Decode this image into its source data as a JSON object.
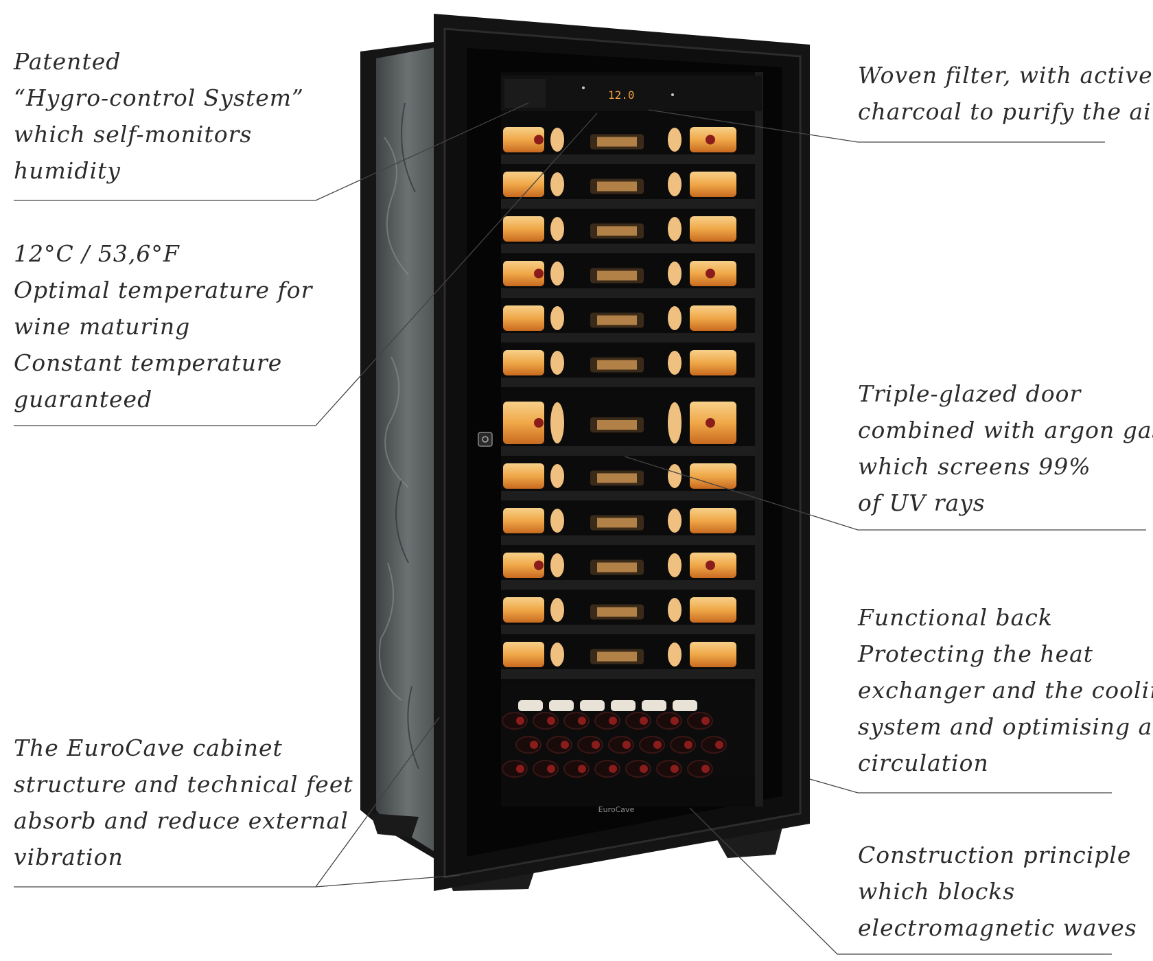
{
  "annotations": {
    "hygro_control": {
      "lines": [
        "Patented",
        "“Hygro-control System”",
        "which self-monitors",
        "humidity"
      ]
    },
    "temperature": {
      "lines": [
        "12°C / 53,6°F",
        "Optimal temperature for",
        "wine maturing",
        "Constant temperature",
        "guaranteed"
      ]
    },
    "cabinet_structure": {
      "lines": [
        "The EuroCave cabinet",
        "structure and technical feet",
        "absorb and reduce external",
        "vibration"
      ]
    },
    "woven_filter": {
      "lines": [
        "Woven filter, with active",
        "charcoal to purify the air"
      ]
    },
    "triple_glazed_door": {
      "lines": [
        "Triple-glazed door",
        "combined with argon gas",
        "which screens 99%",
        "of UV rays"
      ]
    },
    "functional_back": {
      "lines": [
        "Functional back",
        "Protecting the heat",
        "exchanger and the cooling",
        "system and optimising air",
        "circulation"
      ]
    },
    "construction_principle": {
      "lines": [
        "Construction principle",
        "which blocks",
        "electromagnetic waves"
      ]
    }
  },
  "cabinet": {
    "display_readout": "12.0",
    "brand_label": "EuroCave",
    "colors": {
      "frame": "#141414",
      "glass": "#0a0a0a",
      "stone_side": "#5a5f60",
      "bottle_label": "#f0b868",
      "bottle_glow": "#e8872b",
      "wine_red": "#8a1c1c"
    }
  }
}
